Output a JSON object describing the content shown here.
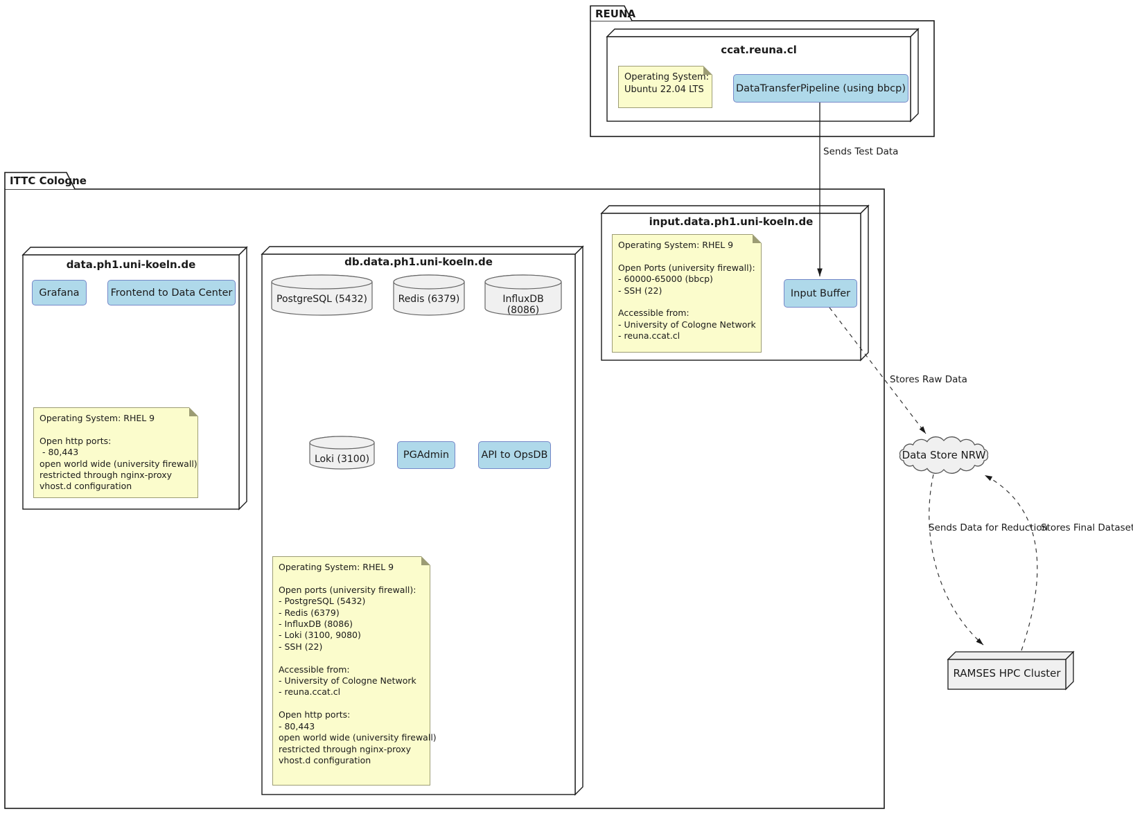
{
  "diagram": {
    "reuna": {
      "tab": "REUNA",
      "node_title": "ccat.reuna.cl",
      "note": "Operating System:\nUbuntu 22.04 LTS",
      "pipeline": "DataTransferPipeline (using bbcp)"
    },
    "ittc": {
      "tab": "ITTC Cologne",
      "data_node": {
        "title": "data.ph1.uni-koeln.de",
        "grafana": "Grafana",
        "frontend": "Frontend to Data Center",
        "note": "Operating System: RHEL 9\n\nOpen http ports:\n - 80,443\nopen world wide (university firewall)\nrestricted through nginx-proxy\nvhost.d configuration"
      },
      "db_node": {
        "title": "db.data.ph1.uni-koeln.de",
        "postgres": "PostgreSQL (5432)",
        "redis": "Redis (6379)",
        "influx": "InfluxDB (8086)",
        "loki": "Loki (3100)",
        "pgadmin": "PGAdmin",
        "api": "API to OpsDB",
        "note": "Operating System: RHEL 9\n\nOpen ports (university firewall):\n- PostgreSQL (5432)\n- Redis (6379)\n- InfluxDB (8086)\n- Loki (3100, 9080)\n- SSH (22)\n\nAccessible from:\n- University of Cologne Network\n- reuna.ccat.cl\n\nOpen http ports:\n- 80,443\nopen world wide (university firewall)\nrestricted through nginx-proxy\nvhost.d configuration"
      },
      "input_node": {
        "title": "input.data.ph1.uni-koeln.de",
        "buffer": "Input Buffer",
        "note": "Operating System: RHEL 9\n\nOpen Ports (university firewall):\n- 60000-65000 (bbcp)\n- SSH (22)\n\nAccessible from:\n- University of Cologne Network\n- reuna.ccat.cl"
      }
    },
    "external": {
      "cloud": "Data Store NRW",
      "hpc": "RAMSES HPC Cluster"
    },
    "edges": {
      "test": "Sends Test Data",
      "raw": "Stores Raw Data",
      "reduce": "Sends Data for Reduction",
      "final": "Stores Final Datasets"
    },
    "colors": {
      "component_fill": "#AFD9EA",
      "component_border": "#7487C8",
      "note_fill": "#FBFCCC",
      "note_border": "#9C9C74",
      "shape_fill": "#F0F0F0",
      "shape_border": "#666666",
      "line": "#1A1A1A"
    }
  }
}
